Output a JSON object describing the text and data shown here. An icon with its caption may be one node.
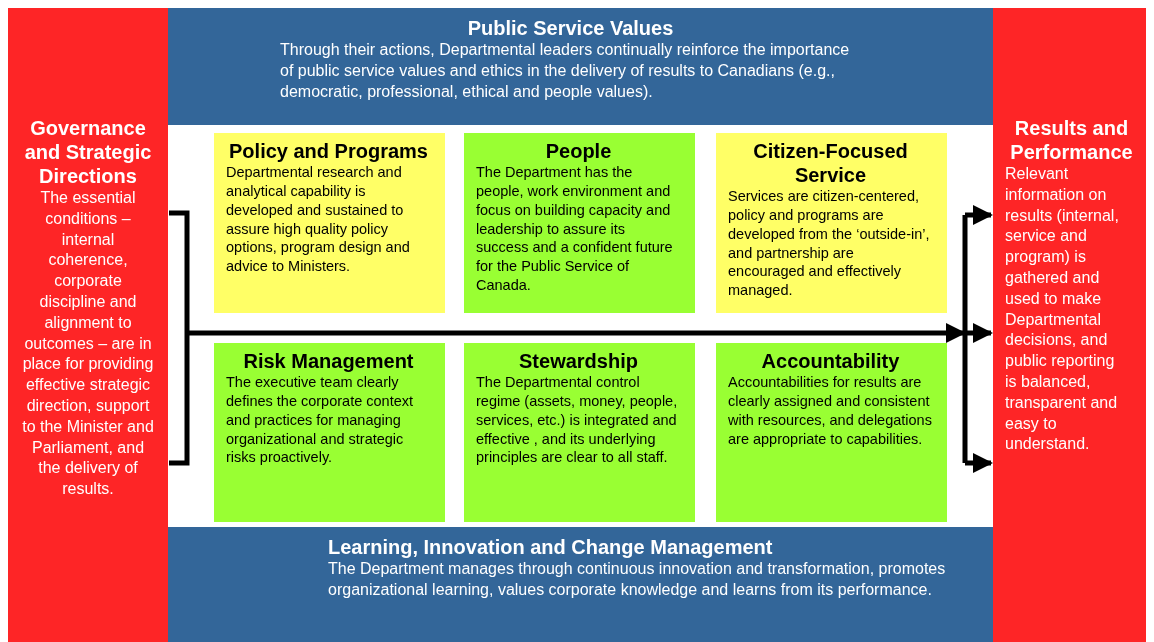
{
  "diagram": {
    "nodes": [
      {
        "text": [
          "Public Service Values",
          "Through their actions, Departmental leaders continually reinforce the importance of public service values and ethics in the delivery of results to Canadians (e.g., democratic, professional, ethical and people values)."
        ]
      },
      {
        "text": [
          "Governance and Strategic Directions",
          "The essential conditions – internal coherence, corporate discipline and alignment to outcomes – are in place for providing effective strategic direction, support to the Minister and Parliament, and the delivery of results."
        ]
      },
      {
        "text": [
          "Policy and Programs",
          "Departmental research and analytical capability is developed and sustained to assure high quality policy options, program design and advice to Ministers."
        ]
      },
      {
        "text": [
          "People",
          "The Department has the people, work environment and focus on building capacity and leadership to assure its success and a confident future for the Public Service of Canada."
        ]
      },
      {
        "text": [
          "Citizen-Focused Service",
          "Services are citizen-centered, policy and programs are developed from the ‘outside-in’, and partnership are encouraged and effectively managed."
        ]
      },
      {
        "text": [
          "Risk Management",
          "The executive team clearly defines the corporate context and practices for managing organizational and strategic risks proactively."
        ]
      },
      {
        "text": [
          "Stewardship",
          "The Departmental control regime (assets, money, people, services, etc.) is integrated and effective , and its underlying principles are clear to all staff."
        ]
      },
      {
        "text": [
          "Accountability",
          "Accountabilities for results are clearly assigned and consistent with resources, and delegations are appropriate to capabilities."
        ]
      },
      {
        "text": [
          "Results and Performance",
          "Relevant information on results (internal, service and program) is gathered and used to make Departmental decisions, and public reporting is balanced, transparent and easy to understand."
        ]
      },
      {
        "text": [
          "Learning, Innovation and Change Management",
          "The Department manages through continuous innovation and transformation, promotes organizational learning, values corporate knowledge and learns from its performance."
        ]
      }
    ],
    "edges": [
      {
        "from": 1,
        "to": 8,
        "arrow": "to"
      }
    ]
  }
}
